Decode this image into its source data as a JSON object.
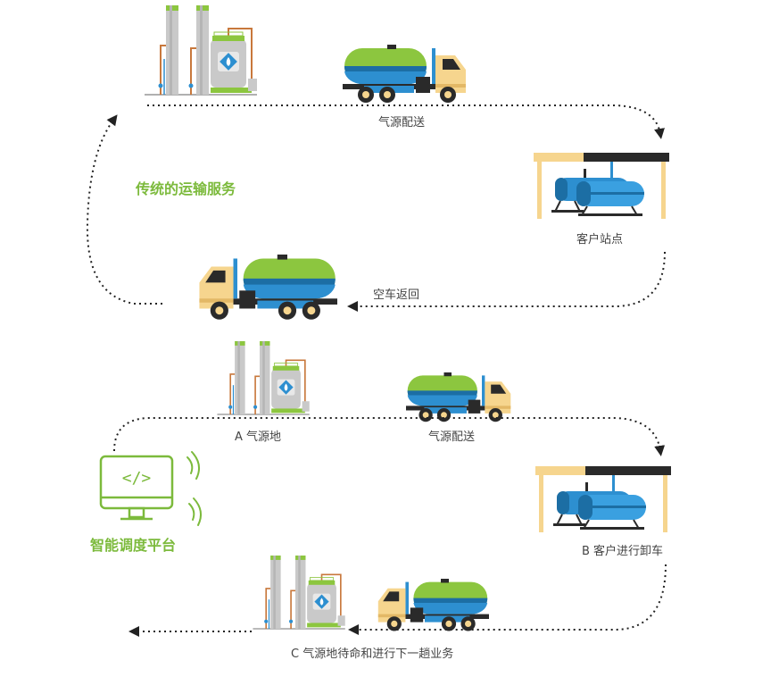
{
  "traditional": {
    "title": "传统的运输服务",
    "step_delivery": "气源配送",
    "step_customer": "客户站点",
    "step_return": "空车返回"
  },
  "smart": {
    "platform_title": "智能调度平台",
    "code_glyph": "</>",
    "step_source_a": "A 气源地",
    "step_delivery": "气源配送",
    "step_unload_b": "B 客户进行卸车",
    "step_standby_c": "C 气源地待命和进行下一趟业务"
  },
  "colors": {
    "brand_green": "#7cba3c",
    "tank_blue": "#2d8fd0",
    "tank_green": "#8cc63f",
    "cab_yellow": "#f6d58e",
    "steel_gray": "#c8c8c8",
    "pipe_orange": "#c8783c",
    "dark": "#2a2a2a"
  }
}
